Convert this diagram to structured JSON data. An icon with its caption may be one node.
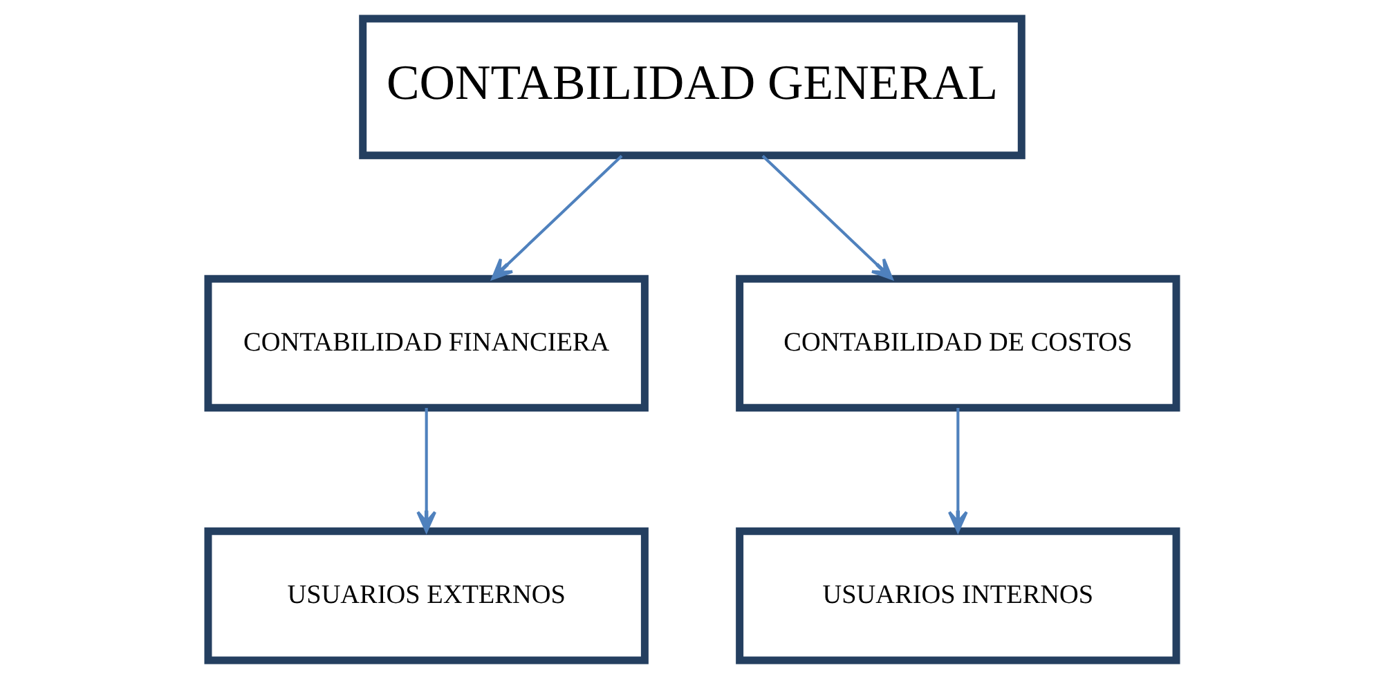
{
  "diagram": {
    "nodes": [
      {
        "text": [
          "CONTABILIDAD GENERAL"
        ]
      },
      {
        "text": [
          "CONTABILIDAD FINANCIERA"
        ]
      },
      {
        "text": [
          "CONTABILIDAD DE COSTOS"
        ]
      },
      {
        "text": [
          "USUARIOS EXTERNOS"
        ]
      },
      {
        "text": [
          "USUARIOS INTERNOS"
        ]
      }
    ],
    "edges": [
      {
        "from": 0,
        "to": 1,
        "arrow": "to"
      },
      {
        "from": 0,
        "to": 2,
        "arrow": "to"
      },
      {
        "from": 1,
        "to": 3,
        "arrow": "to"
      },
      {
        "from": 2,
        "to": 4,
        "arrow": "to"
      }
    ]
  }
}
